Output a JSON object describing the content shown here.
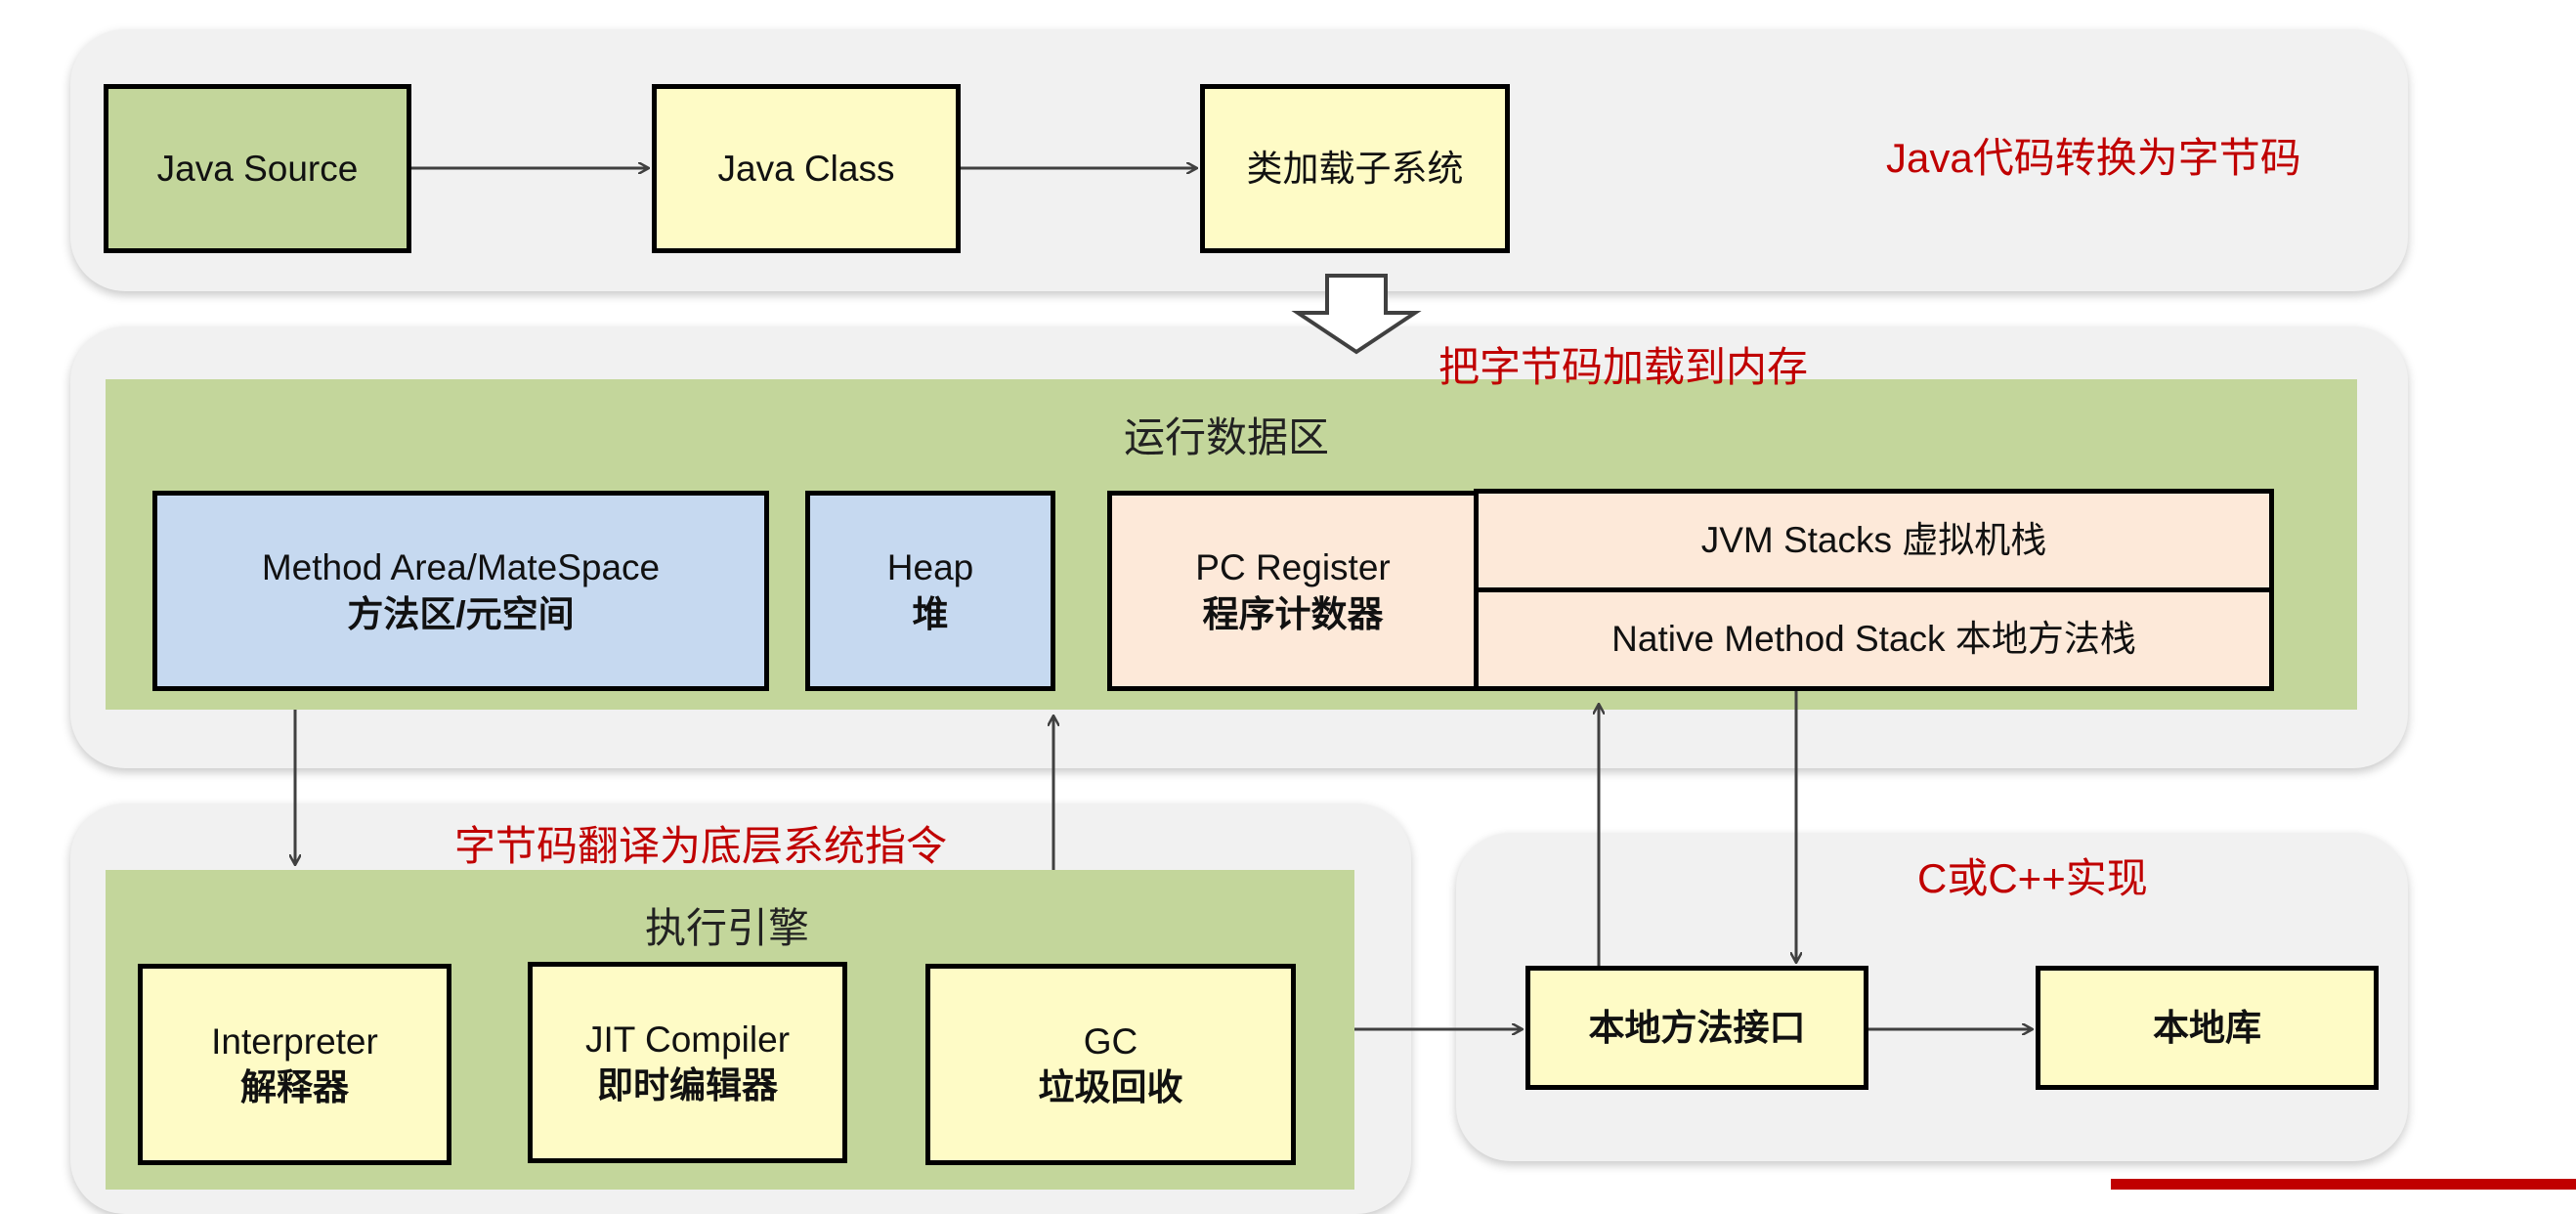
{
  "top": {
    "java_source": "Java Source",
    "java_class": "Java Class",
    "class_loader": "类加载子系统",
    "note": "Java代码转换为字节码"
  },
  "load_note": "把字节码加载到内存",
  "runtime": {
    "title": "运行数据区",
    "method_area_en": "Method Area/MateSpace",
    "method_area_zh": "方法区/元空间",
    "heap_en": "Heap",
    "heap_zh": "堆",
    "pc_en": "PC Register",
    "pc_zh": "程序计数器",
    "jvm_stacks": "JVM Stacks 虚拟机栈",
    "native_stack": "Native Method Stack 本地方法栈"
  },
  "translate_note": "字节码翻译为底层系统指令",
  "engine": {
    "title": "执行引擎",
    "interpreter_en": "Interpreter",
    "interpreter_zh": "解释器",
    "jit_en": "JIT Compiler",
    "jit_zh": "即时编辑器",
    "gc_en": "GC",
    "gc_zh": "垃圾回收"
  },
  "native": {
    "note": "C或C++实现",
    "interface": "本地方法接口",
    "library": "本地库"
  },
  "colors": {
    "panel": "#f1f1f1",
    "green_area": "#c3d69b",
    "yellow_box": "#fefbc6",
    "blue_box": "#c6d9f0",
    "peach_box": "#fde9d9",
    "red_text": "#c00000"
  }
}
